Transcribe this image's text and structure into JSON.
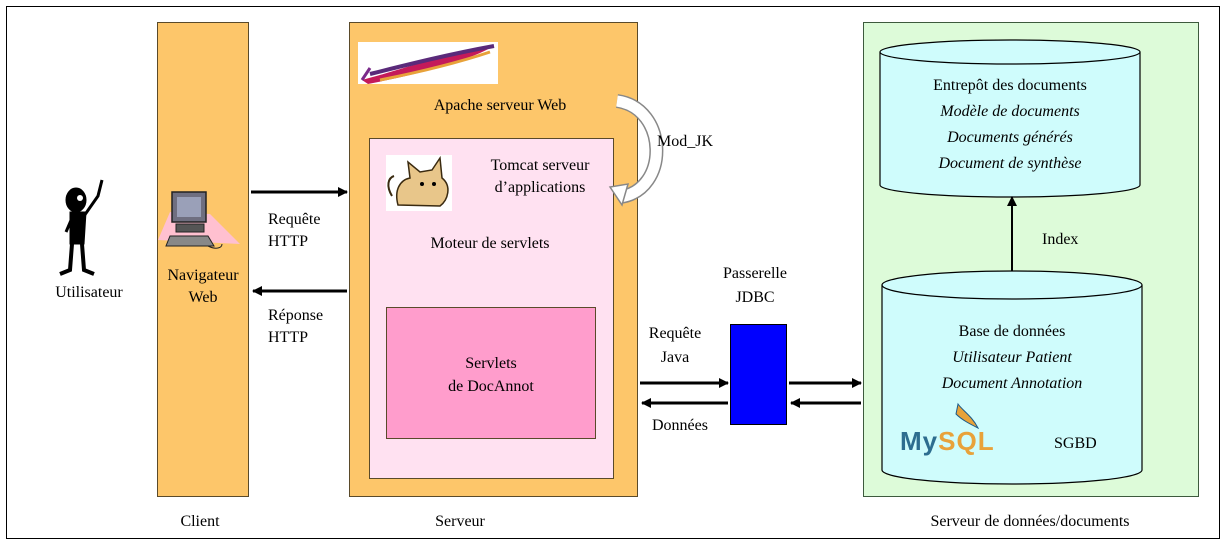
{
  "user": {
    "label": "Utilisateur"
  },
  "client": {
    "label": "Client",
    "browser_line1": "Navigateur",
    "browser_line2": "Web"
  },
  "arrows": {
    "request_http_1": "Requête",
    "request_http_2": "HTTP",
    "response_http_1": "Réponse",
    "response_http_2": "HTTP",
    "mod_jk": "Mod_JK",
    "request_java_1": "Requête",
    "request_java_2": "Java",
    "data": "Données",
    "index": "Index"
  },
  "server": {
    "label": "Serveur",
    "apache": "Apache serveur Web",
    "tomcat_line1": "Tomcat serveur",
    "tomcat_line2": "d’applications",
    "engine": "Moteur de servlets",
    "servlets_line1": "Servlets",
    "servlets_line2": "de DocAnnot"
  },
  "gateway": {
    "line1": "Passerelle",
    "line2": "JDBC"
  },
  "data_server": {
    "label": "Serveur de données/documents",
    "warehouse": {
      "title": "Entrepôt des documents",
      "items": [
        "Modèle de documents",
        "Documents générés",
        "Document de synthèse"
      ]
    },
    "database": {
      "title": "Base de données",
      "items": [
        "Utilisateur Patient",
        "Document Annotation"
      ],
      "sgbd": "SGBD",
      "mysql_logo": "MySQL"
    }
  },
  "colors": {
    "orange": "#fdc66a",
    "pink_light": "#ffe1f1",
    "pink_dark": "#ff9dcc",
    "green_light": "#ddfbd9",
    "cyan_light": "#cffcfc",
    "blue": "#0000ff"
  }
}
